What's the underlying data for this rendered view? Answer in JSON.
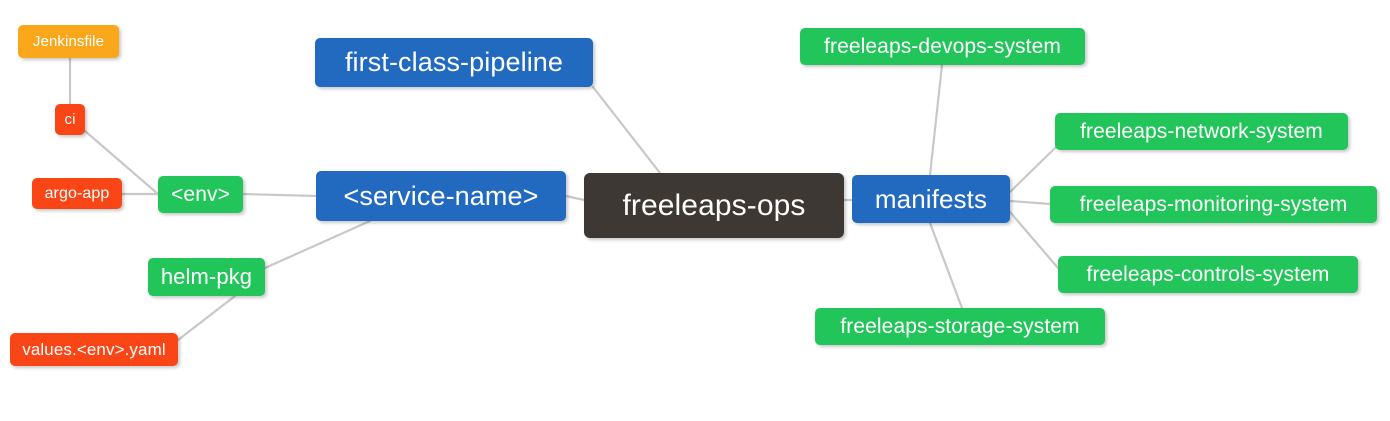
{
  "diagram": {
    "title": "freeleaps-ops repository structure mindmap",
    "type": "mindmap",
    "background": "#ffffff",
    "edge_color": "#c8c8c8",
    "palette": {
      "root": "#3d3833",
      "blue": "#2269c0",
      "green": "#22c55a",
      "orange": "#faa71b",
      "red": "#fa4616",
      "text": "#ffffff"
    }
  },
  "nodes": {
    "root": {
      "label": "freeleaps-ops",
      "color": "#3d3833"
    },
    "service_name": {
      "label": "<service-name>",
      "color": "#2269c0"
    },
    "first_class_pipeline": {
      "label": "first-class-pipeline",
      "color": "#2269c0"
    },
    "manifests": {
      "label": "manifests",
      "color": "#2269c0"
    },
    "env": {
      "label": "<env>",
      "color": "#22c55a"
    },
    "helm_pkg": {
      "label": "helm-pkg",
      "color": "#22c55a"
    },
    "ci": {
      "label": "ci",
      "color": "#fa4616"
    },
    "jenkinsfile": {
      "label": "Jenkinsfile",
      "color": "#faa71b"
    },
    "argo_app": {
      "label": "argo-app",
      "color": "#fa4616"
    },
    "values_yaml": {
      "label": "values.<env>.yaml",
      "color": "#fa4616"
    },
    "devops_system": {
      "label": "freeleaps-devops-system",
      "color": "#22c55a"
    },
    "network_system": {
      "label": "freeleaps-network-system",
      "color": "#22c55a"
    },
    "monitoring_system": {
      "label": "freeleaps-monitoring-system",
      "color": "#22c55a"
    },
    "controls_system": {
      "label": "freeleaps-controls-system",
      "color": "#22c55a"
    },
    "storage_system": {
      "label": "freeleaps-storage-system",
      "color": "#22c55a"
    }
  },
  "edges": [
    {
      "from": "root",
      "to": "service_name"
    },
    {
      "from": "root",
      "to": "first_class_pipeline"
    },
    {
      "from": "root",
      "to": "manifests"
    },
    {
      "from": "service_name",
      "to": "env"
    },
    {
      "from": "service_name",
      "to": "helm_pkg"
    },
    {
      "from": "env",
      "to": "ci"
    },
    {
      "from": "env",
      "to": "argo_app"
    },
    {
      "from": "ci",
      "to": "jenkinsfile"
    },
    {
      "from": "helm_pkg",
      "to": "values_yaml"
    },
    {
      "from": "manifests",
      "to": "devops_system"
    },
    {
      "from": "manifests",
      "to": "network_system"
    },
    {
      "from": "manifests",
      "to": "monitoring_system"
    },
    {
      "from": "manifests",
      "to": "controls_system"
    },
    {
      "from": "manifests",
      "to": "storage_system"
    }
  ]
}
